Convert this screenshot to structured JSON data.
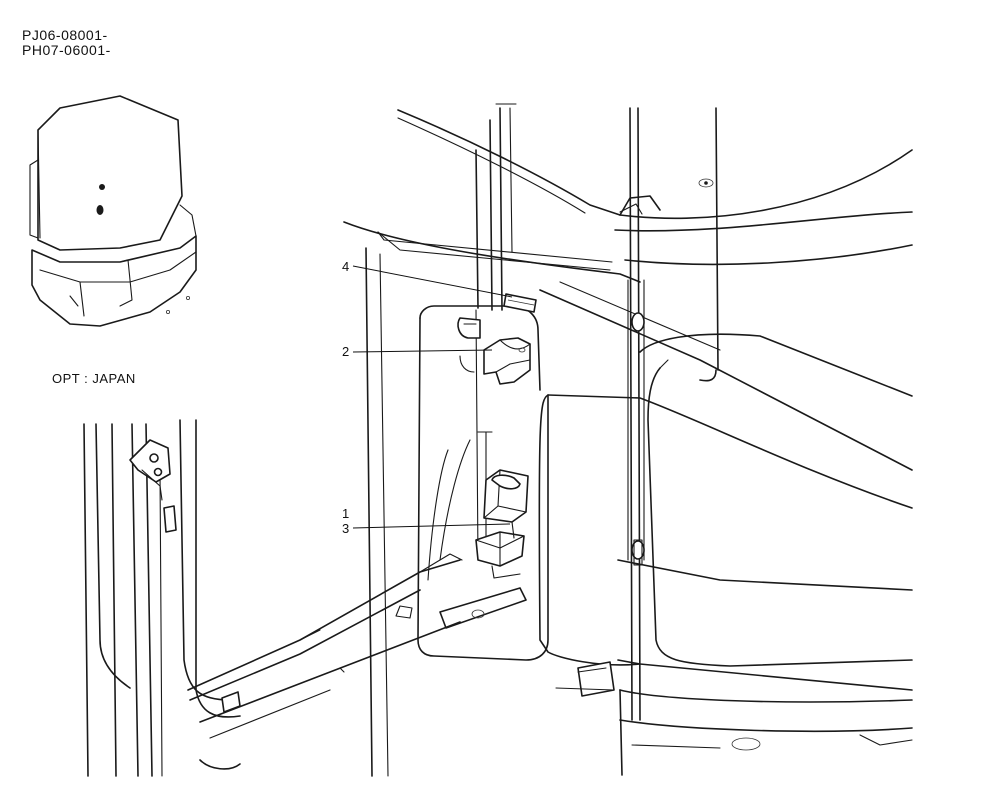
{
  "header": {
    "serial_range_1": "PJ06-08001-",
    "serial_range_2": "PH07-06001-"
  },
  "inset": {
    "option_label": "OPT : JAPAN"
  },
  "callouts": [
    {
      "number": "4"
    },
    {
      "number": "2"
    },
    {
      "number": "1"
    },
    {
      "number": "3"
    }
  ]
}
